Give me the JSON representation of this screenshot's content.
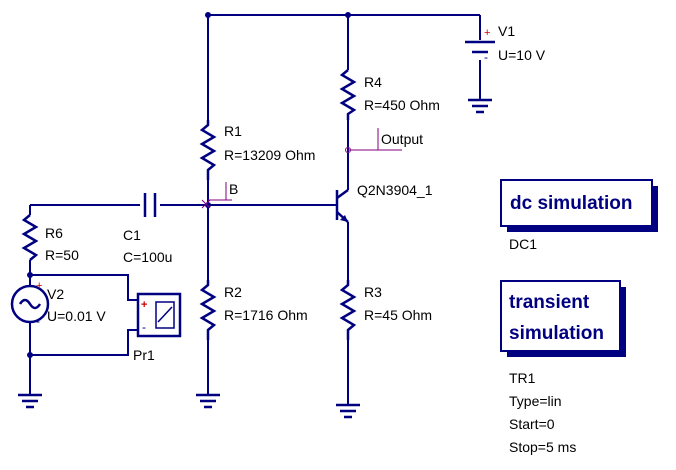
{
  "components": {
    "v1": {
      "name": "V1",
      "value": "U=10 V"
    },
    "r4": {
      "name": "R4",
      "value": "R=450 Ohm"
    },
    "r1": {
      "name": "R1",
      "value": "R=13209 Ohm"
    },
    "r2": {
      "name": "R2",
      "value": "R=1716 Ohm"
    },
    "r3": {
      "name": "R3",
      "value": "R=45 Ohm"
    },
    "r6": {
      "name": "R6",
      "value": "R=50"
    },
    "c1": {
      "name": "C1",
      "value": "C=100u"
    },
    "v2": {
      "name": "V2",
      "value": "U=0.01 V"
    },
    "pr1": {
      "name": "Pr1"
    },
    "q1": {
      "name": "Q2N3904_1"
    }
  },
  "wire_labels": {
    "output": "Output",
    "base": "B"
  },
  "symbols": {
    "plus": "+",
    "minus": "-"
  },
  "simulations": {
    "dc": {
      "title": "dc simulation",
      "name": "DC1"
    },
    "transient": {
      "title_line1": "transient",
      "title_line2": "simulation",
      "name": "TR1",
      "params": [
        "Type=lin",
        "Start=0",
        "Stop=5 ms"
      ]
    }
  }
}
